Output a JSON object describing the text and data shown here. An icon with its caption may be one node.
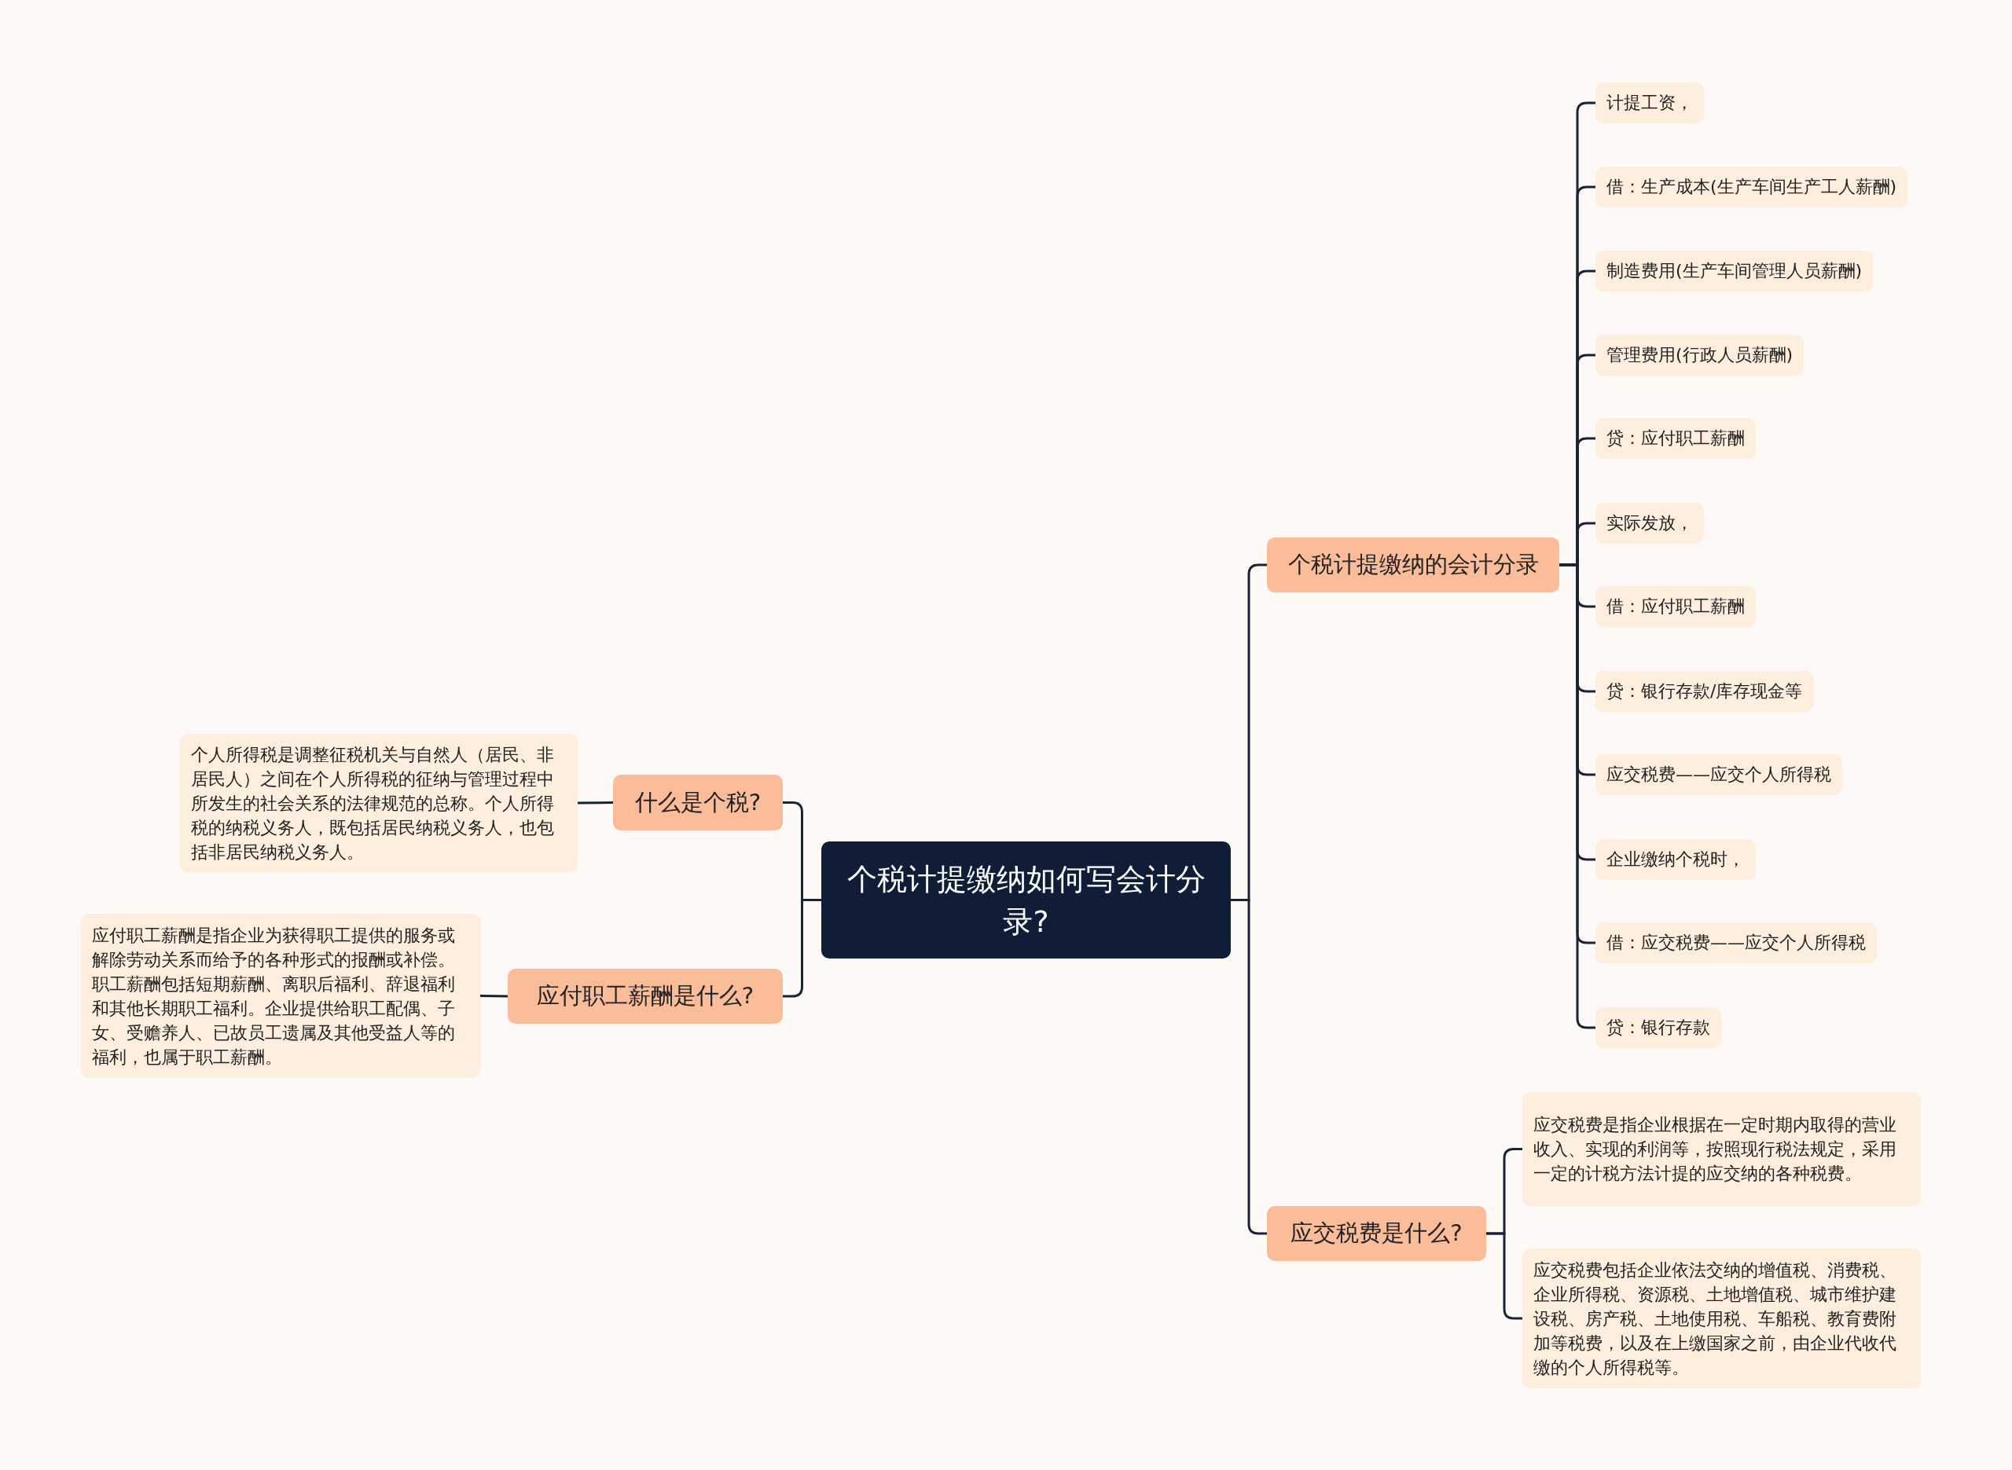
{
  "diagram": {
    "nodes": [
      {
        "text": [
          "个税计提缴纳如何写会计分录?"
        ]
      },
      {
        "text": [
          "什么是个税?"
        ]
      },
      {
        "text": [
          "个人所得税是调整征税机关与自然人（居民、非居民人）之间在个人所得税的征纳与管理过程中所发生的社会关系的法律规范的总称。个人所得税的纳税义务人，既包括居民纳税义务人，也包括非居民纳税义务人。"
        ]
      },
      {
        "text": [
          "应付职工薪酬是什么?"
        ]
      },
      {
        "text": [
          "应付职工薪酬是指企业为获得职工提供的服务或解除劳动关系而给予的各种形式的报酬或补偿。职工薪酬包括短期薪酬、离职后福利、辞退福利和其他长期职工福利。企业提供给职工配偶、子女、受赡养人、已故员工遗属及其他受益人等的福利，也属于职工薪酬。"
        ]
      },
      {
        "text": [
          "个税计提缴纳的会计分录"
        ]
      },
      {
        "text": [
          "计提工资，"
        ]
      },
      {
        "text": [
          "借：生产成本(生产车间生产工人薪酬)"
        ]
      },
      {
        "text": [
          "制造费用(生产车间管理人员薪酬)"
        ]
      },
      {
        "text": [
          "管理费用(行政人员薪酬)"
        ]
      },
      {
        "text": [
          "贷：应付职工薪酬"
        ]
      },
      {
        "text": [
          "实际发放，"
        ]
      },
      {
        "text": [
          "借：应付职工薪酬"
        ]
      },
      {
        "text": [
          "贷：银行存款/库存现金等"
        ]
      },
      {
        "text": [
          "应交税费——应交个人所得税"
        ]
      },
      {
        "text": [
          "企业缴纳个税时，"
        ]
      },
      {
        "text": [
          "借：应交税费——应交个人所得税"
        ]
      },
      {
        "text": [
          "贷：银行存款"
        ]
      },
      {
        "text": [
          "应交税费是什么?"
        ]
      },
      {
        "text": [
          "应交税费是指企业根据在一定时期内取得的营业收入、实现的利润等，按照现行税法规定，采用一定的计税方法计提的应交纳的各种税费。"
        ]
      },
      {
        "text": [
          "应交税费包括企业依法交纳的增值税、消费税、企业所得税、资源税、土地增值税、城市维护建设税、房产税、土地使用税、车船税、教育费附加等税费，以及在上缴国家之前，由企业代收代缴的个人所得税等。"
        ]
      }
    ],
    "edges": [
      {
        "from": 0,
        "to": 1,
        "arrow": "none"
      },
      {
        "from": 0,
        "to": 3,
        "arrow": "none"
      },
      {
        "from": 0,
        "to": 5,
        "arrow": "none"
      },
      {
        "from": 0,
        "to": 18,
        "arrow": "none"
      },
      {
        "from": 1,
        "to": 2,
        "arrow": "none"
      },
      {
        "from": 3,
        "to": 4,
        "arrow": "none"
      },
      {
        "from": 5,
        "to": 6,
        "arrow": "none"
      },
      {
        "from": 5,
        "to": 7,
        "arrow": "none"
      },
      {
        "from": 5,
        "to": 8,
        "arrow": "none"
      },
      {
        "from": 5,
        "to": 9,
        "arrow": "none"
      },
      {
        "from": 5,
        "to": 10,
        "arrow": "none"
      },
      {
        "from": 5,
        "to": 11,
        "arrow": "none"
      },
      {
        "from": 5,
        "to": 12,
        "arrow": "none"
      },
      {
        "from": 5,
        "to": 13,
        "arrow": "none"
      },
      {
        "from": 5,
        "to": 14,
        "arrow": "none"
      },
      {
        "from": 5,
        "to": 15,
        "arrow": "none"
      },
      {
        "from": 5,
        "to": 16,
        "arrow": "none"
      },
      {
        "from": 5,
        "to": 17,
        "arrow": "none"
      },
      {
        "from": 18,
        "to": 19,
        "arrow": "none"
      },
      {
        "from": 18,
        "to": 20,
        "arrow": "none"
      }
    ]
  }
}
